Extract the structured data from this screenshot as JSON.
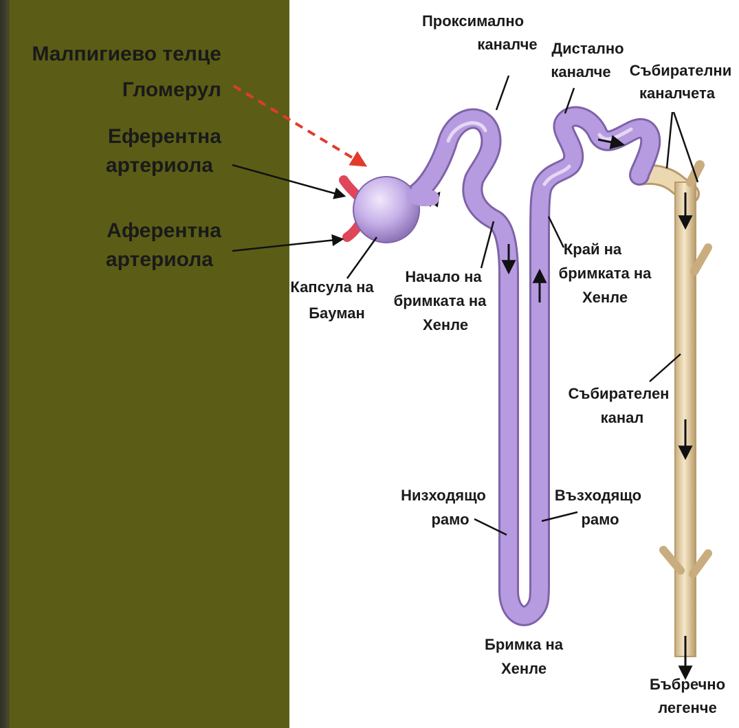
{
  "labels": {
    "malpighian": "Малпигиево телце",
    "glomerulus": "Гломерул",
    "efferent_1": "Еферентна",
    "efferent_2": "артериола",
    "afferent_1": "Аферентна",
    "afferent_2": "артериола",
    "proximal_1": "Проксимално",
    "proximal_2": "каналче",
    "distal_1": "Дистално",
    "distal_2": "каналче",
    "collecting_tubules_1": "Събирателни",
    "collecting_tubules_2": "каналчета",
    "bowman_1": "Капсула на",
    "bowman_2": "Бауман",
    "loop_start_1": "Начало на",
    "loop_start_2": "бримката на",
    "loop_start_3": "Хенле",
    "loop_end_1": "Край на",
    "loop_end_2": "бримката на",
    "loop_end_3": "Хенле",
    "collecting_duct_1": "Събирателен",
    "collecting_duct_2": "канал",
    "descending_1": "Низходящо",
    "descending_2": "рамо",
    "ascending_1": "Възходящо",
    "ascending_2": "рамо",
    "henle_loop_1": "Бримка на",
    "henle_loop_2": "Хенле",
    "renal_pelvis_1": "Бъбречно",
    "renal_pelvis_2": "легенче"
  },
  "colors": {
    "left_panel": "#5b5d16",
    "tubule": "#b79be0",
    "tubule_outline": "#7e63a8",
    "duct": "#ecd8b0",
    "duct_outline": "#b89a6a",
    "arteriole": "#e0465a",
    "dashed_arrow": "#e23b2b"
  }
}
